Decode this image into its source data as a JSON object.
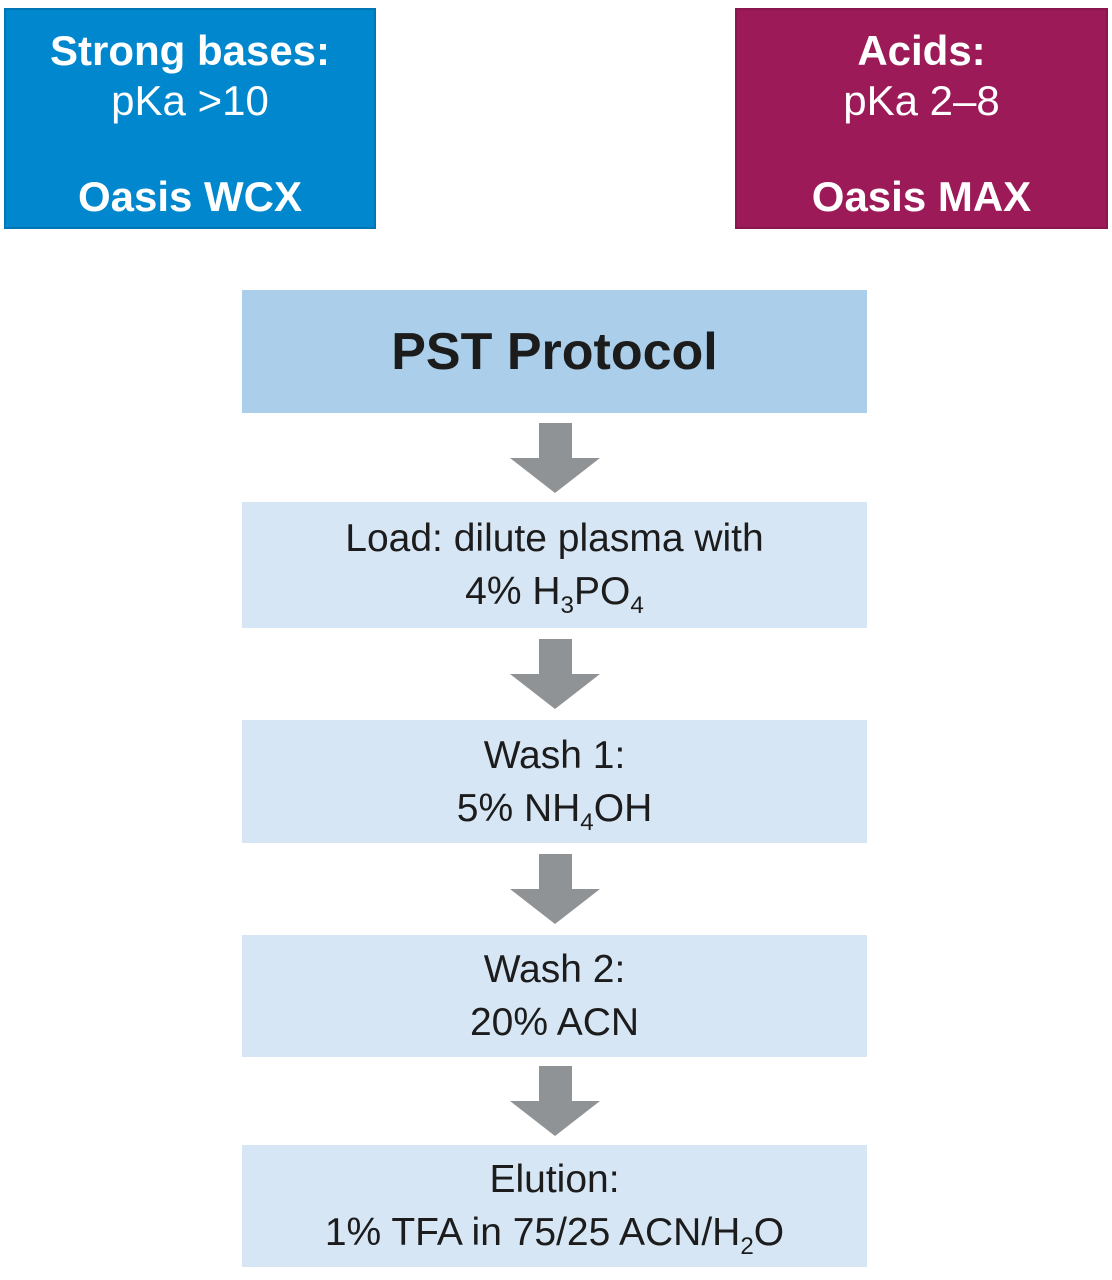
{
  "page": {
    "background": "#ffffff"
  },
  "legend_boxes": [
    {
      "id": "strong-bases",
      "title": "Strong bases:",
      "range": "pKa >10",
      "product": "Oasis WCX",
      "bg": "#0087ce",
      "text_color": "#ffffff"
    },
    {
      "id": "acids",
      "title": "Acids:",
      "range": "pKa 2–8",
      "product": "Oasis MAX",
      "bg": "#9c1a58",
      "text_color": "#ffffff"
    }
  ],
  "flowchart": {
    "title": "PST Protocol",
    "title_bg": "#abcfea",
    "step_bg": "#d7e6f5",
    "arrow_color": "#909396",
    "text_color": "#1c1c1c",
    "arrow_icon": "down-arrow",
    "steps": [
      {
        "id": "load",
        "lines": [
          [
            {
              "t": "Load: dilute plasma with"
            }
          ],
          [
            {
              "t": "4% H"
            },
            {
              "t": "3",
              "sub": true
            },
            {
              "t": "PO"
            },
            {
              "t": "4",
              "sub": true
            }
          ]
        ]
      },
      {
        "id": "wash-1",
        "lines": [
          [
            {
              "t": "Wash 1:"
            }
          ],
          [
            {
              "t": "5% NH"
            },
            {
              "t": "4",
              "sub": true
            },
            {
              "t": "OH"
            }
          ]
        ]
      },
      {
        "id": "wash-2",
        "lines": [
          [
            {
              "t": "Wash 2:"
            }
          ],
          [
            {
              "t": "20% ACN"
            }
          ]
        ]
      },
      {
        "id": "elution",
        "lines": [
          [
            {
              "t": "Elution:"
            }
          ],
          [
            {
              "t": "1% TFA in 75/25 ACN/H"
            },
            {
              "t": "2",
              "sub": true
            },
            {
              "t": "O"
            }
          ]
        ]
      }
    ]
  }
}
